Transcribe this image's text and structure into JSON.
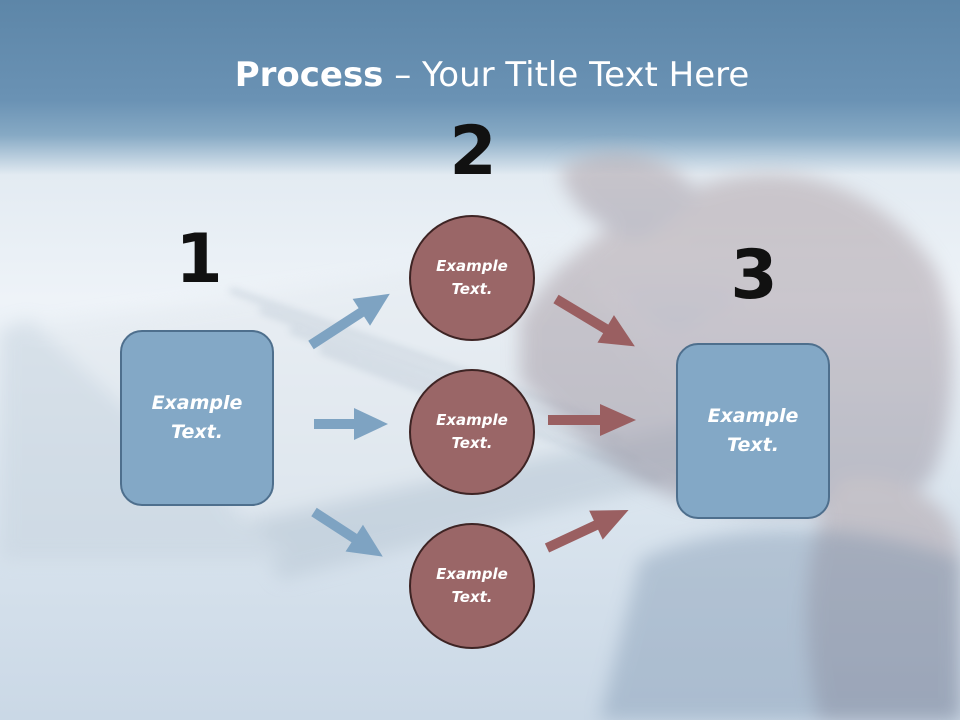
{
  "title": {
    "bold": "Process",
    "rest": " – Your Title Text Here"
  },
  "steps": {
    "one": "1",
    "two": "2",
    "three": "3"
  },
  "nodes": {
    "left_box": "Example Text.",
    "circle_top": "Example Text.",
    "circle_middle": "Example Text.",
    "circle_bottom": "Example Text.",
    "right_box": "Example Text."
  },
  "colors": {
    "box_fill": "#83a8c6",
    "circle_fill": "#9a6667",
    "blue_arrow": "#7ea3c2",
    "red_arrow": "#9a5f61"
  }
}
